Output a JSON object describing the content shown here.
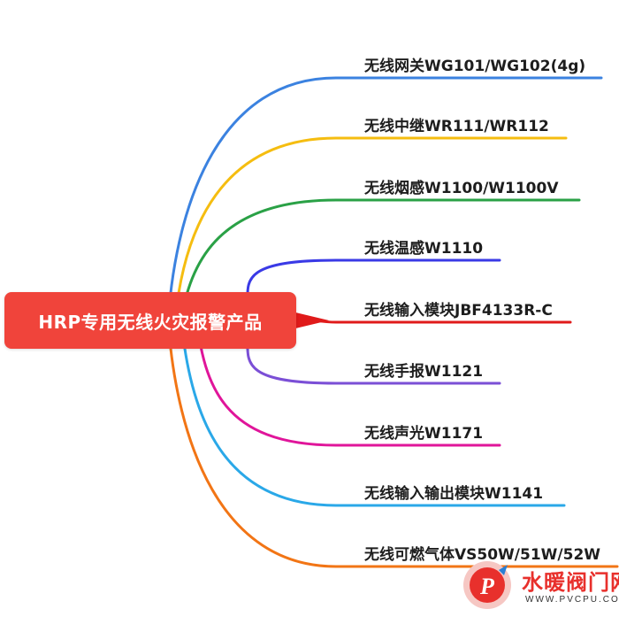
{
  "root": {
    "label": "HRP专用无线火灾报警产品",
    "color": "#f0443b"
  },
  "branches": [
    {
      "label": "无线网关WG101/WG102(4g)",
      "color": "#3b82e0"
    },
    {
      "label": "无线中继WR111/WR112",
      "color": "#f5bd10"
    },
    {
      "label": "无线烟感W1100/W1100V",
      "color": "#2aa146"
    },
    {
      "label": "无线温感W1110",
      "color": "#3a3ae6"
    },
    {
      "label": "无线输入模块JBF4133R-C",
      "color": "#e01a1a"
    },
    {
      "label": "无线手报W1121",
      "color": "#7b4fd6"
    },
    {
      "label": "无线声光W1171",
      "color": "#e0159a"
    },
    {
      "label": "无线输入输出模块W1141",
      "color": "#2aa8e8"
    },
    {
      "label": "无线可燃气体VS50W/51W/52W",
      "color": "#f27515"
    }
  ],
  "watermark": {
    "name": "水暖阀门网",
    "url": "WWW.PVCPU.COM",
    "mark": "P"
  }
}
